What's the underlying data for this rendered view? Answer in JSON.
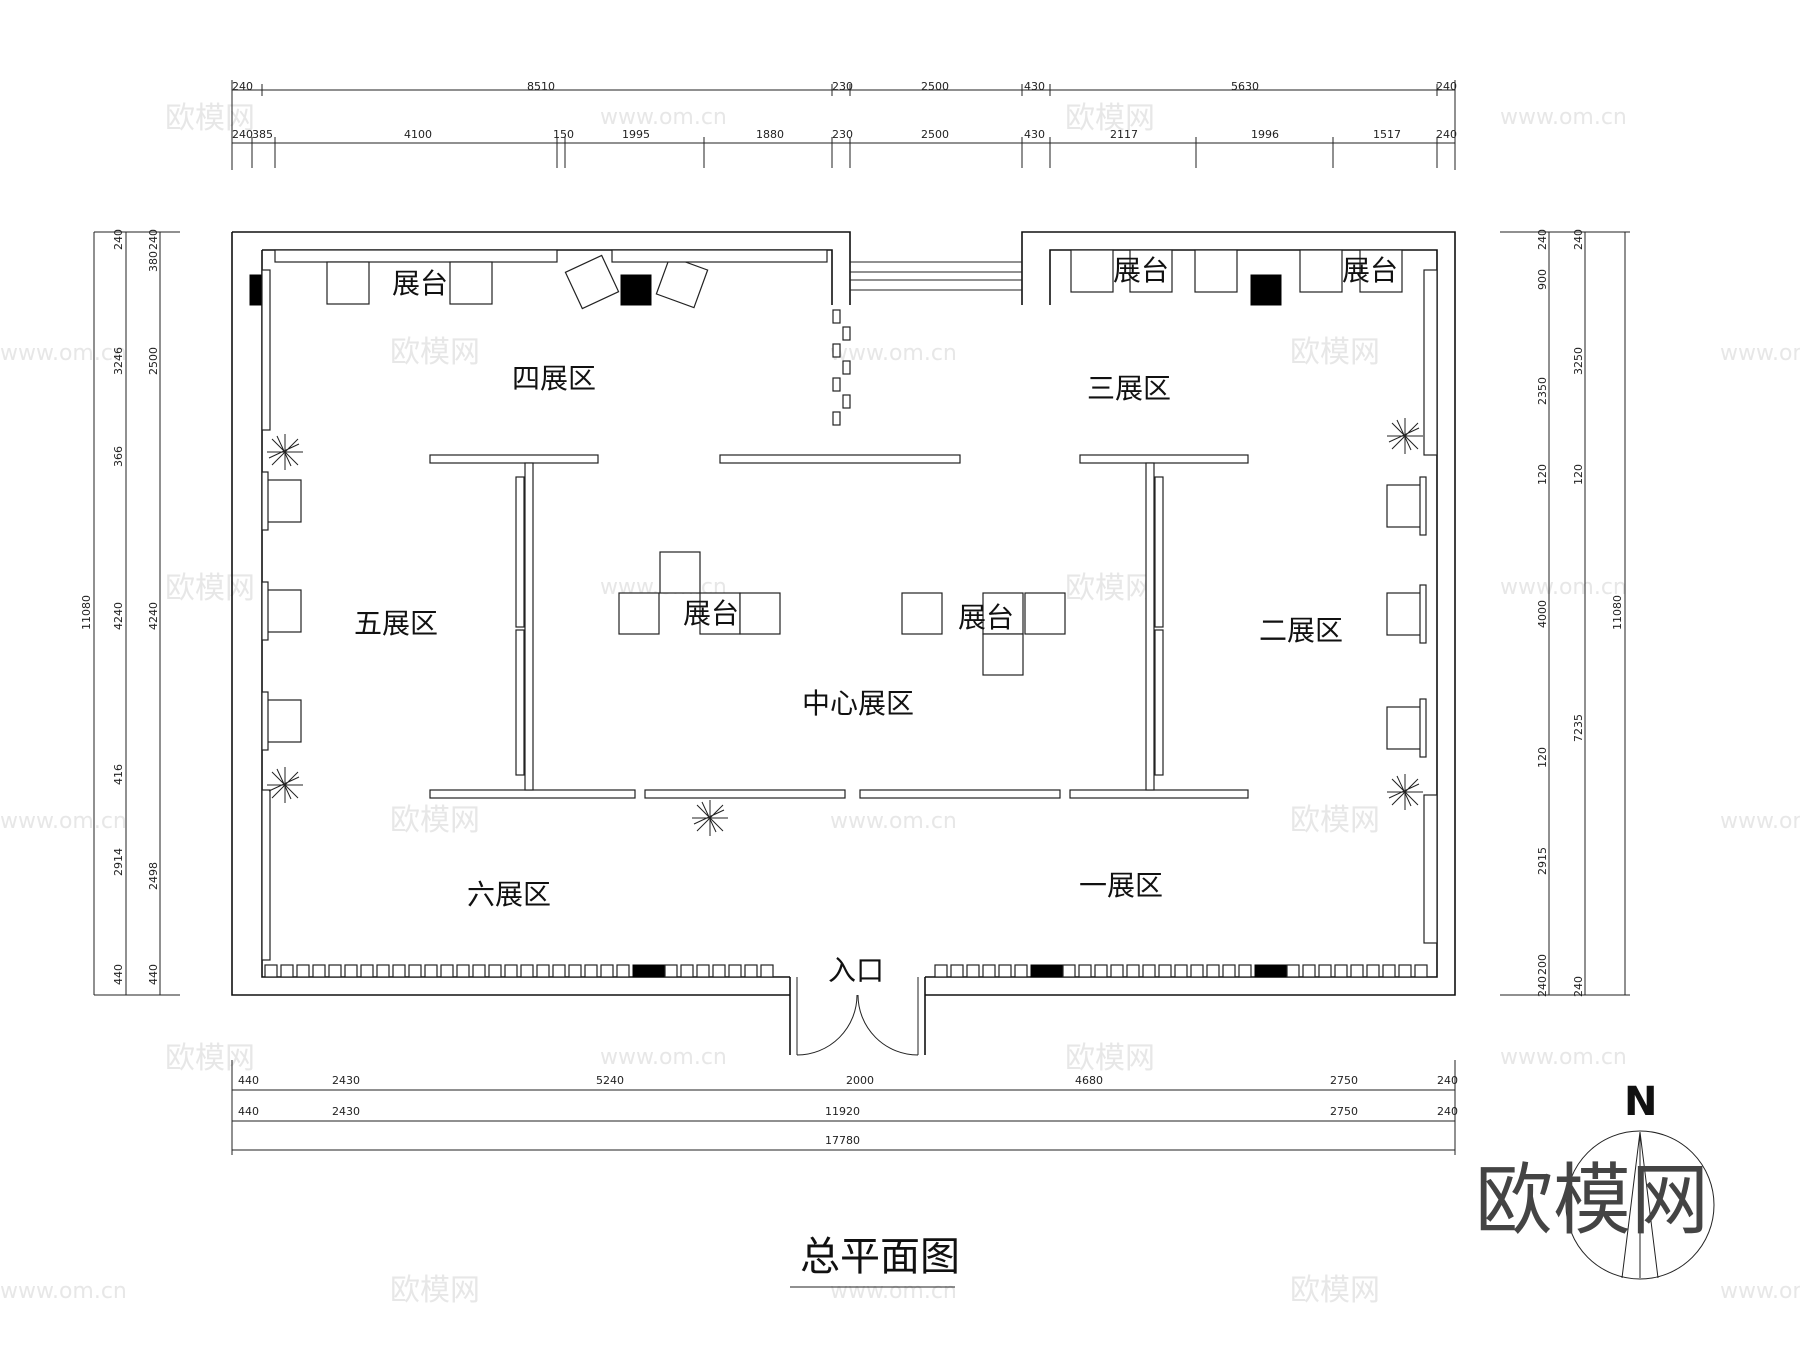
{
  "title": "总平面图",
  "entrance_label": "入口",
  "north_label": "N",
  "logo_text": "欧模网",
  "watermark_text": "欧模网",
  "watermark_url": "www.om.cn",
  "zones": {
    "zone1": "一展区",
    "zone2": "二展区",
    "zone3": "三展区",
    "zone4": "四展区",
    "zone5": "五展区",
    "zone6": "六展区",
    "center": "中心展区"
  },
  "booth_label": "展台",
  "dims_top_row1": [
    "240",
    "8510",
    "230",
    "2500",
    "430",
    "5630",
    "240"
  ],
  "dims_top_row2": [
    "240",
    "385",
    "4100",
    "150",
    "1995",
    "1880",
    "230",
    "2500",
    "430",
    "2117",
    "1996",
    "1517",
    "240"
  ],
  "dims_bottom_row1": [
    "440",
    "2430",
    "5240",
    "2000",
    "4680",
    "2750",
    "240"
  ],
  "dims_bottom_row2": [
    "440",
    "2430",
    "11920",
    "2750",
    "240"
  ],
  "dims_bottom_total": "17780",
  "dims_left_outer": [
    "240",
    "3246",
    "366",
    "4240",
    "416",
    "2914",
    "440"
  ],
  "dims_left_inner": [
    "240",
    "380",
    "2500",
    "4240",
    "2498",
    "440"
  ],
  "dims_left_total": "11080",
  "dims_right_inner": [
    "240",
    "900",
    "2350",
    "120",
    "4000",
    "120",
    "2915",
    "200",
    "240"
  ],
  "dims_right_outer": [
    "240",
    "3250",
    "120",
    "7235",
    "240"
  ],
  "dims_right_total": "11080"
}
